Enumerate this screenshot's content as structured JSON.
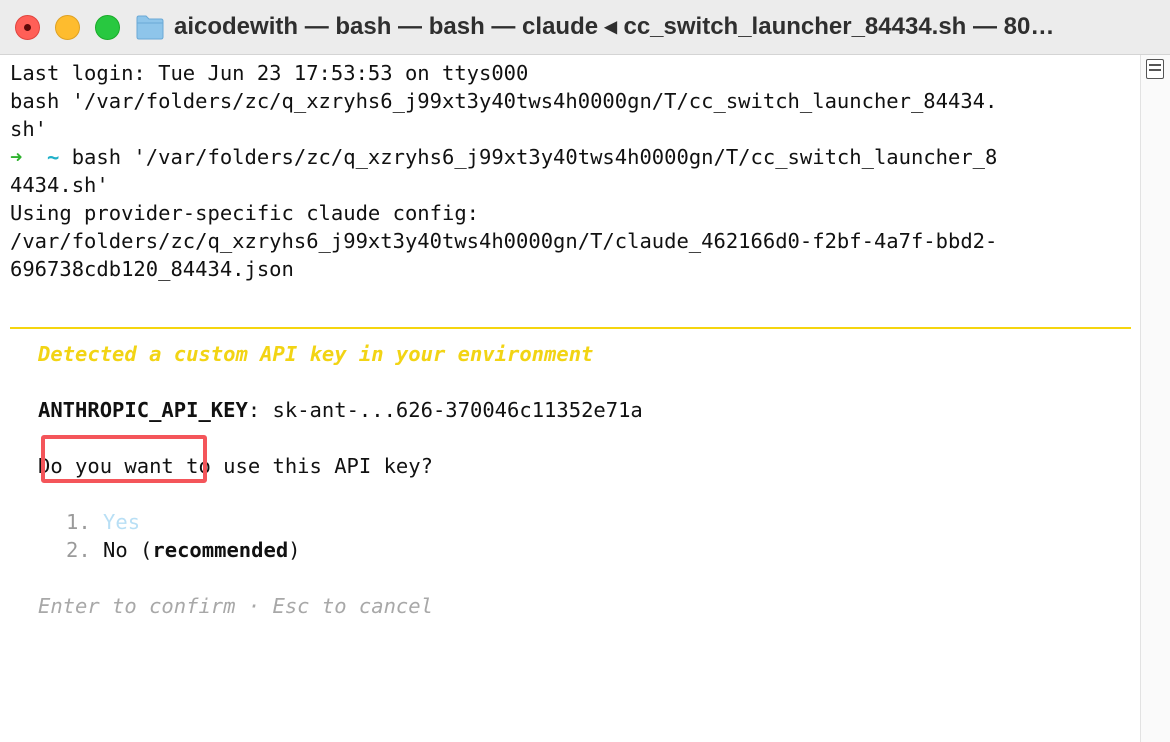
{
  "window": {
    "title": "aicodewith — bash  — bash — claude ◂ cc_switch_launcher_84434.sh — 80…",
    "folder_icon": "folder-icon",
    "colors": {
      "close": "#ff5f57",
      "minimize": "#febc2e",
      "zoom": "#28c840",
      "separator": "#f5d50f",
      "warning_title": "#f2d414",
      "prompt_arrow": "#2fb32f",
      "prompt_tilde": "#1fb0c8",
      "selection_highlight": "#f4555a"
    }
  },
  "terminal": {
    "last_login": "Last login: Tue Jun 23 17:53:53 on ttys000",
    "cmd1_line1": "bash '/var/folders/zc/q_xzryhs6_j99xt3y40tws4h0000gn/T/cc_switch_launcher_84434.",
    "cmd1_line2": "sh'",
    "prompt_arrow": "➜",
    "prompt_dir": "~",
    "cmd2_line1": " bash '/var/folders/zc/q_xzryhs6_j99xt3y40tws4h0000gn/T/cc_switch_launcher_8",
    "cmd2_line2": "4434.sh'",
    "config_line1": "Using provider-specific claude config:",
    "config_line2": "/var/folders/zc/q_xzryhs6_j99xt3y40tws4h0000gn/T/claude_462166d0-f2bf-4a7f-bbd2-",
    "config_line3": "696738cdb120_84434.json"
  },
  "dialog": {
    "title": "Detected a custom API key in your environment",
    "key_name": "ANTHROPIC_API_KEY",
    "key_sep": ": ",
    "key_value": "sk-ant-...626-370046c11352e71a",
    "question": "Do you want to use this API key?",
    "options": [
      {
        "number": "1.",
        "label": "Yes"
      },
      {
        "number": "2.",
        "label": "No",
        "open_paren": " (",
        "note": "recommended",
        "close_paren": ")"
      }
    ],
    "hint": "Enter to confirm · Esc to cancel"
  }
}
